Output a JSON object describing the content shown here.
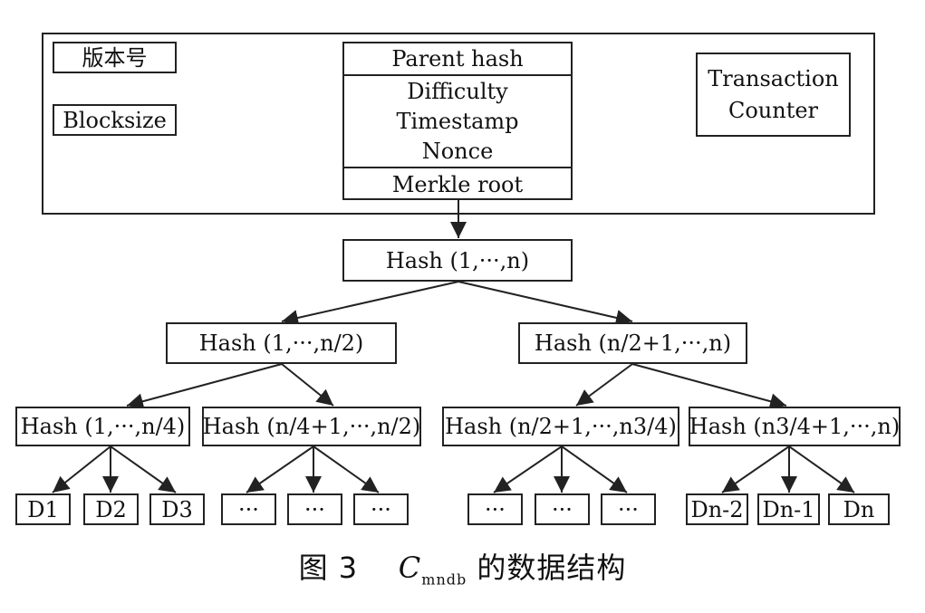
{
  "block_header": {
    "version_label": "版本号",
    "blocksize_label": "Blocksize",
    "parent_hash": "Parent hash",
    "middle_fields": [
      "Difficulty",
      "Timestamp",
      "Nonce"
    ],
    "merkle_root": "Merkle root",
    "transaction_counter": [
      "Transaction",
      "Counter"
    ]
  },
  "tree": {
    "root": "Hash (1,···,n)",
    "level1": [
      "Hash (1,···,n/2)",
      "Hash (n/2+1,···,n)"
    ],
    "level2": [
      "Hash (1,···,n/4)",
      "Hash (n/4+1,···,n/2)",
      "Hash (n/2+1,···,n3/4)",
      "Hash (n3/4+1,···,n)"
    ],
    "leaves": [
      "D1",
      "D2",
      "D3",
      "···",
      "···",
      "···",
      "···",
      "···",
      "···",
      "Dn-2",
      "Dn-1",
      "Dn"
    ]
  },
  "caption": {
    "prefix": "图 3",
    "symbol": "C",
    "subscript": "mndb",
    "suffix": "的数据结构"
  }
}
